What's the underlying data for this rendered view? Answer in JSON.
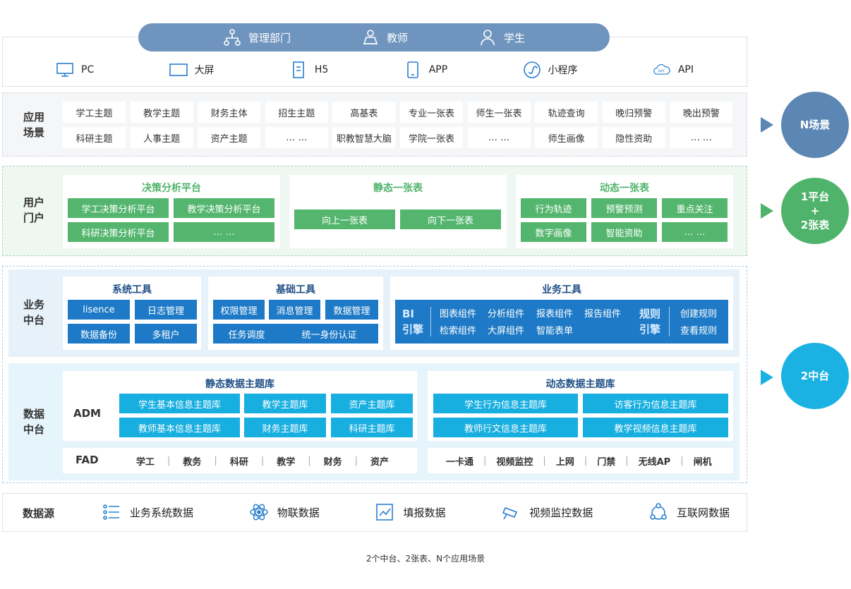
{
  "roles": [
    "管理部门",
    "教师",
    "学生"
  ],
  "terminals": [
    "PC",
    "大屏",
    "H5",
    "APP",
    "小程序",
    "API"
  ],
  "app_layer": {
    "title": "应用\n场景",
    "items": [
      "学工主题",
      "教学主题",
      "财务主体",
      "招生主题",
      "高基表",
      "专业一张表",
      "师生一张表",
      "轨迹查询",
      "晚归预警",
      "晚出预警",
      "科研主题",
      "人事主题",
      "资产主题",
      "… …",
      "职教智慧大脑",
      "学院一张表",
      "… …",
      "师生画像",
      "隐性资助",
      "… …"
    ]
  },
  "portal_layer": {
    "title": "用户\n门户",
    "decision": {
      "title": "决策分析平台",
      "items": [
        "学工决策分析平台",
        "教学决策分析平台",
        "科研决策分析平台",
        "… …"
      ]
    },
    "static": {
      "title": "静态一张表",
      "items": [
        "向上一张表",
        "向下一张表"
      ]
    },
    "dynamic": {
      "title": "动态一张表",
      "items": [
        "行为轨迹",
        "预警预测",
        "重点关注",
        "数字画像",
        "智能资助",
        "… …"
      ]
    }
  },
  "biz_layer": {
    "title": "业务\n中台",
    "system_tools": {
      "title": "系统工具",
      "items": [
        "lisence",
        "日志管理",
        "数据备份",
        "多租户"
      ]
    },
    "base_tools": {
      "title": "基础工具",
      "items": [
        "权限管理",
        "消息管理",
        "数据管理",
        "任务调度",
        "统一身份认证"
      ]
    },
    "biz_tools": {
      "title": "业务工具",
      "bi_engine": "BI\n引擎",
      "bi_items": [
        "图表组件",
        "分析组件",
        "报表组件",
        "报告组件",
        "检索组件",
        "大屏组件",
        "智能表单"
      ],
      "rule_engine": "规则\n引擎",
      "rule_items": [
        "创建规则",
        "查看规则"
      ]
    }
  },
  "data_layer": {
    "title": "数据\n中台",
    "static_lib": {
      "title": "静态数据主题库",
      "adm_label": "ADM",
      "items": [
        "学生基本信息主题库",
        "教学主题库",
        "资产主题库",
        "教师基本信息主题库",
        "财务主题库",
        "科研主题库"
      ]
    },
    "fad_label": "FAD",
    "fad_items": [
      "学工",
      "教务",
      "科研",
      "教学",
      "财务",
      "资产"
    ],
    "dynamic_lib": {
      "title": "动态数据主题库",
      "items": [
        "学生行为信息主题库",
        "访客行为信息主题库",
        "教师行文信息主题库",
        "教学视频信息主题库"
      ]
    },
    "dynamic_sources": [
      "一卡通",
      "视频监控",
      "上网",
      "门禁",
      "无线AP",
      "闸机"
    ]
  },
  "data_source": {
    "title": "数据源",
    "items": [
      "业务系统数据",
      "物联数据",
      "填报数据",
      "视频监控数据",
      "互联网数据"
    ]
  },
  "circles": [
    {
      "label": "N场景",
      "color": "#5c86b4"
    },
    {
      "label": "1平台\n+\n2张表",
      "color": "#4fb36b"
    },
    {
      "label": "2中台",
      "color": "#1bb1e3"
    }
  ],
  "caption": "2个中台、2张表、N个应用场景"
}
